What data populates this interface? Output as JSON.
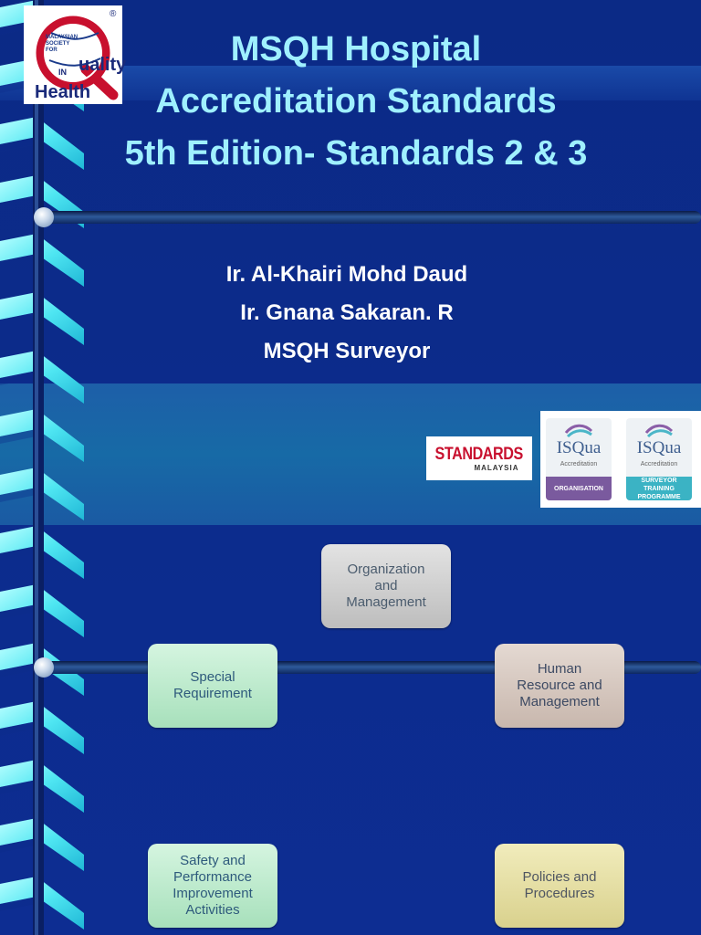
{
  "title": {
    "line1": "MSQH Hospital",
    "line2": "Accreditation Standards",
    "line3": "5th Edition- Standards 2 & 3"
  },
  "authors": {
    "line1": "Ir. Al-Khairi Mohd Daud",
    "line2": "Ir. Gnana Sakaran. R",
    "line3": "MSQH Surveyor"
  },
  "logos": {
    "msqh": {
      "text1": "MALAYSIAN SOCIETY FOR",
      "text2": "uality",
      "text3": "IN",
      "text4": "Health",
      "mark": "®"
    },
    "standards_malaysia": {
      "name": "STANDARDS",
      "country": "MALAYSIA"
    },
    "isqua_org": {
      "brand": "ISQua",
      "accreditation": "Accreditation",
      "label": "ORGANISATION"
    },
    "isqua_surveyor": {
      "brand": "ISQua",
      "accreditation": "Accreditation",
      "label": "SURVEYOR TRAINING PROGRAMME"
    }
  },
  "diagram": {
    "nodes": {
      "organization": "Organization\nand\nManagement",
      "special": "Special\nRequirement",
      "human_resource": "Human\nResource and\nManagement",
      "safety": "Safety and\nPerformance\nImprovement\nActivities",
      "policies": "Policies and\nProcedures"
    }
  },
  "colors": {
    "background": "#0c2a8a",
    "title": "#9ff0ff",
    "authors": "#ffffff"
  }
}
